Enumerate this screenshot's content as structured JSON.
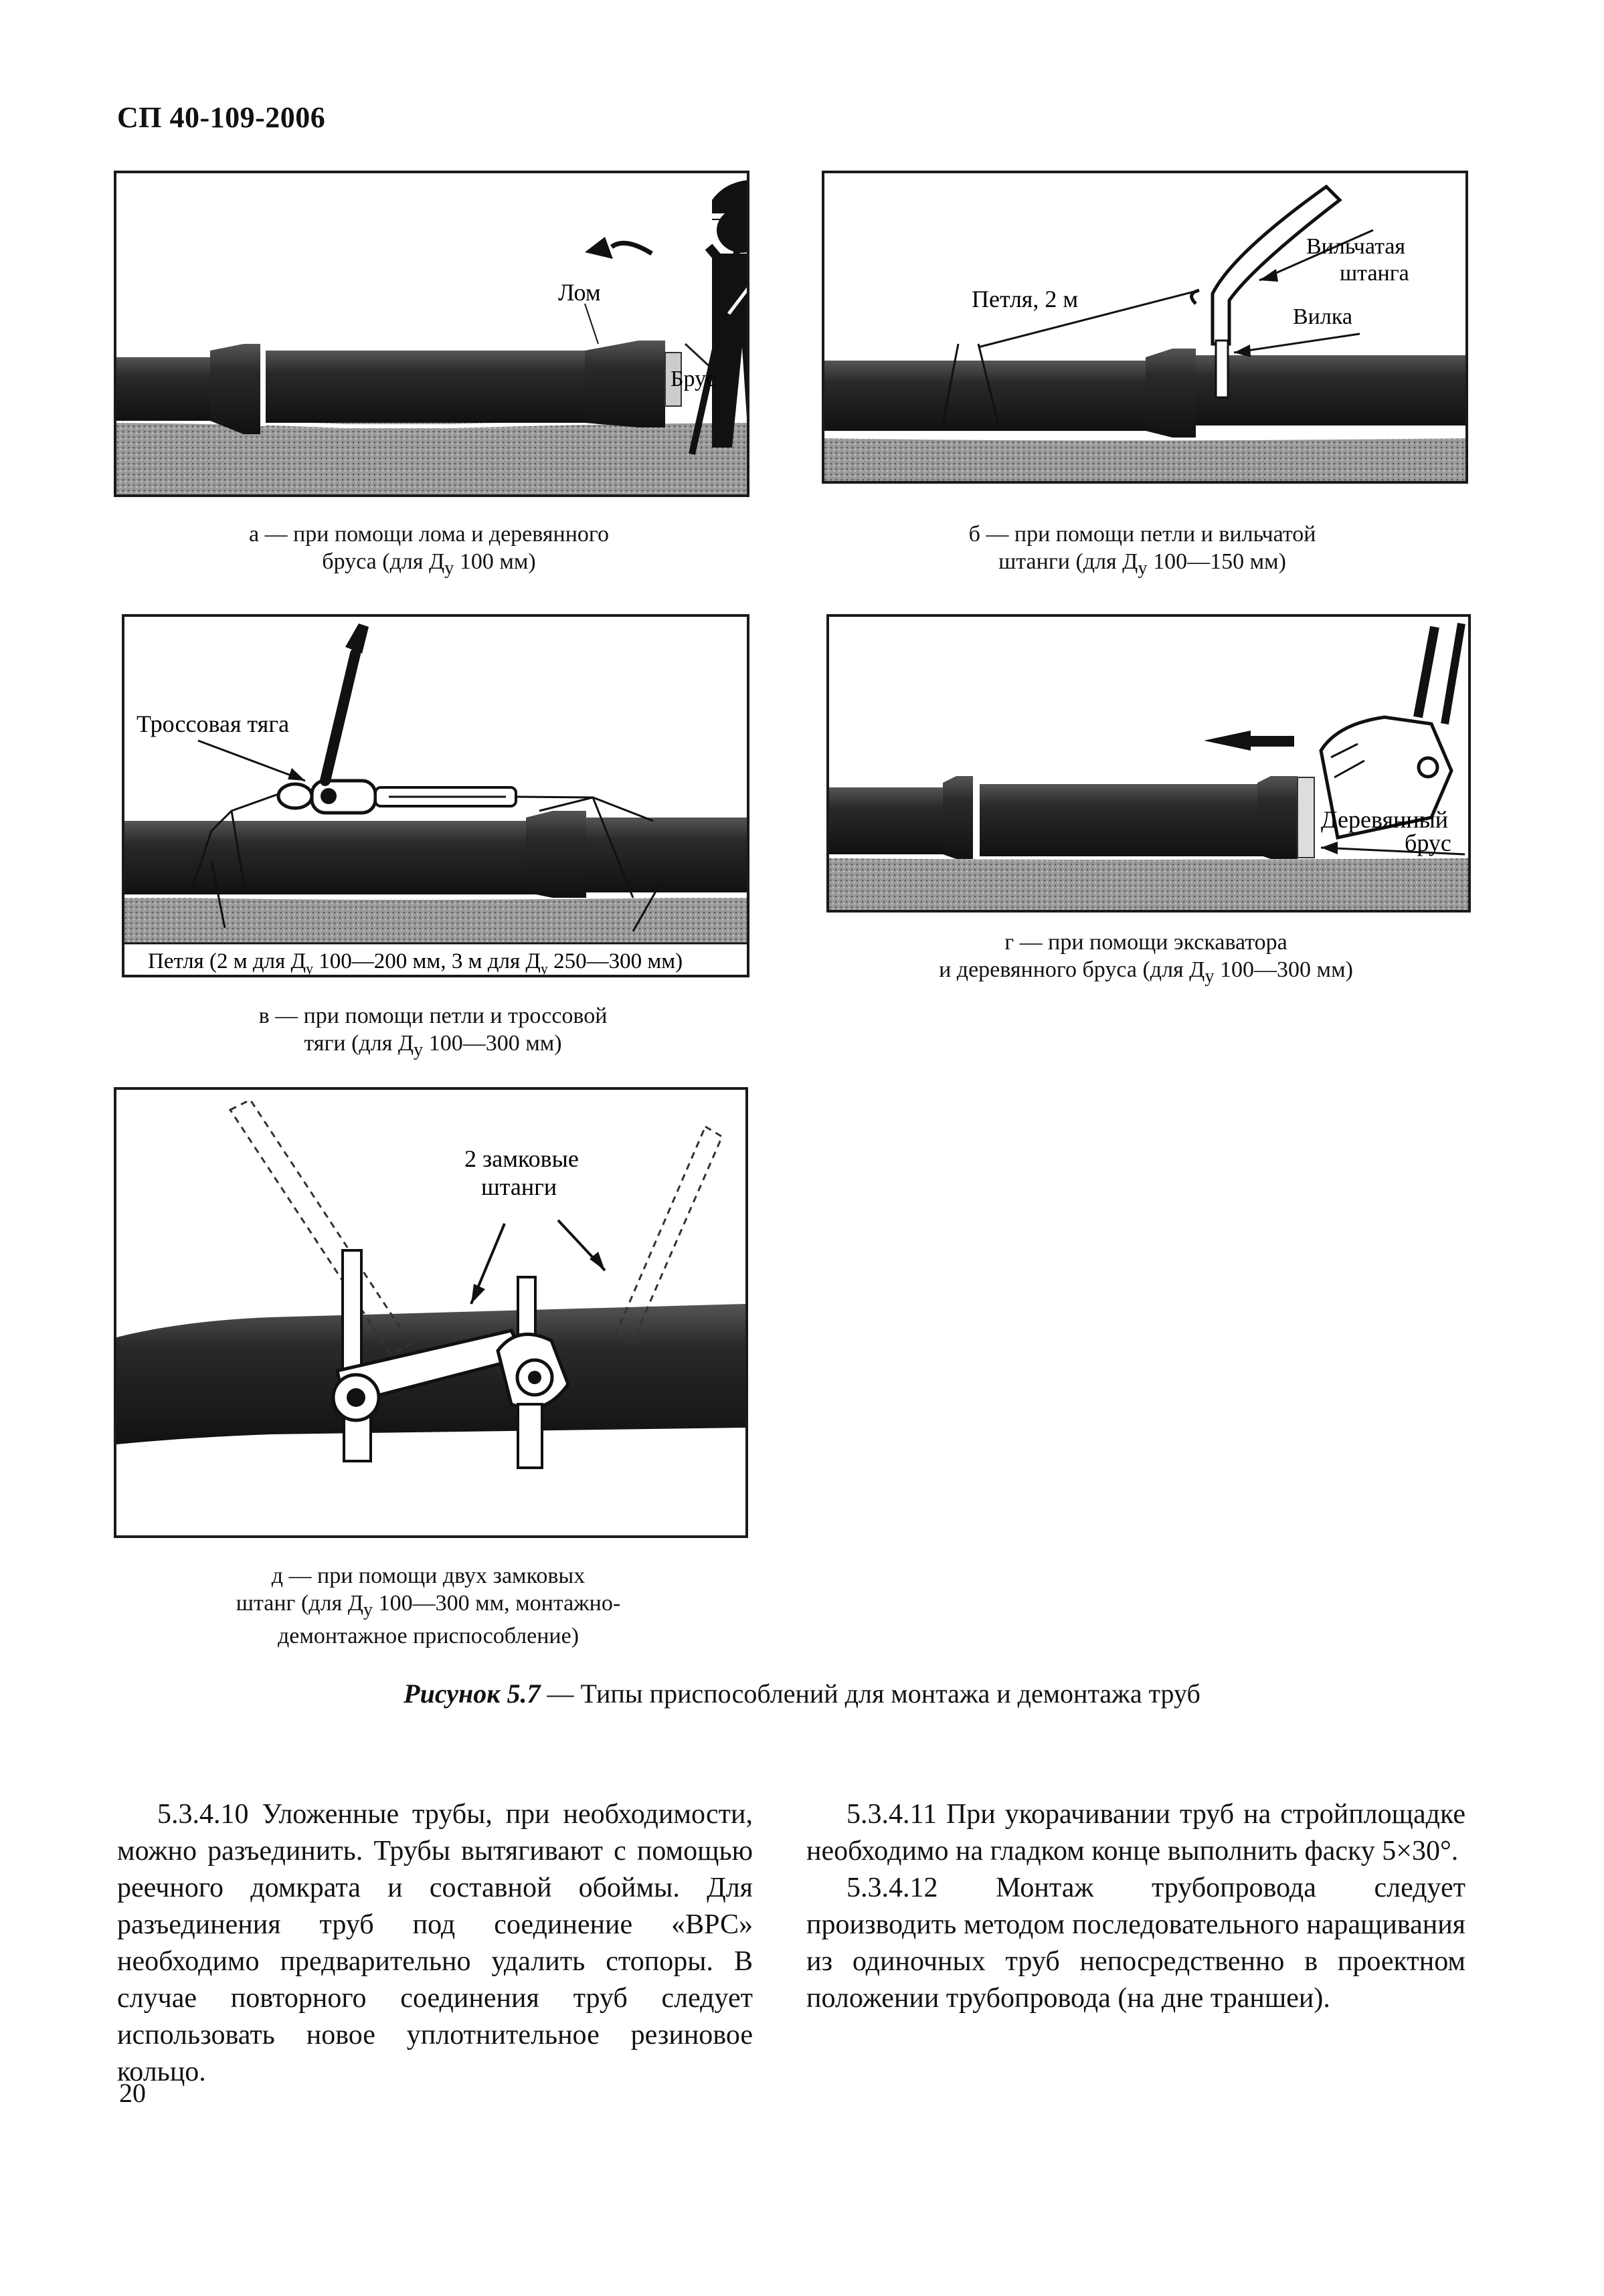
{
  "header": {
    "code": "СП 40-109-2006"
  },
  "figures": {
    "a": {
      "labels": {
        "lom": "Лом",
        "brus": "Брус"
      },
      "caption": {
        "line1": "а — при помощи лома и деревянного",
        "line2": "бруса (для Д",
        "sub": "у",
        "line2_end": " 100 мм)"
      }
    },
    "b": {
      "labels": {
        "petlya": "Петля, 2 м",
        "shtanga1": "Вильчатая",
        "shtanga2": "штанга",
        "vilka": "Вилка"
      },
      "caption": {
        "line1": "б — при помощи петли и вильчатой",
        "line2": "штанги (для Д",
        "sub": "у",
        "line2_end": " 100—150 мм)"
      }
    },
    "v": {
      "labels": {
        "tyaga": "Тросcовая тяга",
        "petlya_a": "Петля (2 м для Д",
        "petlya_sub1": "у",
        "petlya_b": " 100—200 мм, 3 м для Д",
        "petlya_sub2": "у",
        "petlya_c": " 250—300 мм)"
      },
      "caption": {
        "line1": "в — при помощи петли и тросcовой",
        "line2": "тяги (для Д",
        "sub": "у",
        "line2_end": " 100—300 мм)"
      }
    },
    "g": {
      "labels": {
        "brus1": "Деревянный",
        "brus2": "брус"
      },
      "caption": {
        "line1": "г — при помощи экскаватора",
        "line2": "и деревянного бруса (для Д",
        "sub": "у",
        "line2_end": " 100—300 мм)"
      }
    },
    "d": {
      "labels": {
        "shtangi1": "2 замковые",
        "shtangi2": "штанги"
      },
      "caption": {
        "line1": "д — при помощи двух замковых",
        "line2": "штанг (для Д",
        "sub": "у",
        "line2_end": " 100—300 мм, монтажно-",
        "line3": "демонтажное приспособление)"
      }
    }
  },
  "figure_title": {
    "label": "Рисунок 5.7",
    "text": " — Типы приспособлений для монтажа и демонтажа труб"
  },
  "body": {
    "left": [
      "5.3.4.10 Уложенные трубы, при необходимости, можно разъединить. Трубы вытягивают с помощью реечного домкрата и составной обоймы. Для разъединения труб под соединение «ВРС» необходимо предварительно удалить стопоры. В случае повторного соединения труб следует использовать новое уплотнительное резиновое кольцо."
    ],
    "right": [
      "5.3.4.11 При укорачивании труб на стройплощадке необходимо на гладком конце выполнить фаску 5×30°.",
      "5.3.4.12 Монтаж трубопровода следует производить методом последовательного наращивания из одиночных труб непосредственно в проектном положении трубопровода (на дне траншеи)."
    ]
  },
  "page_number": "20"
}
